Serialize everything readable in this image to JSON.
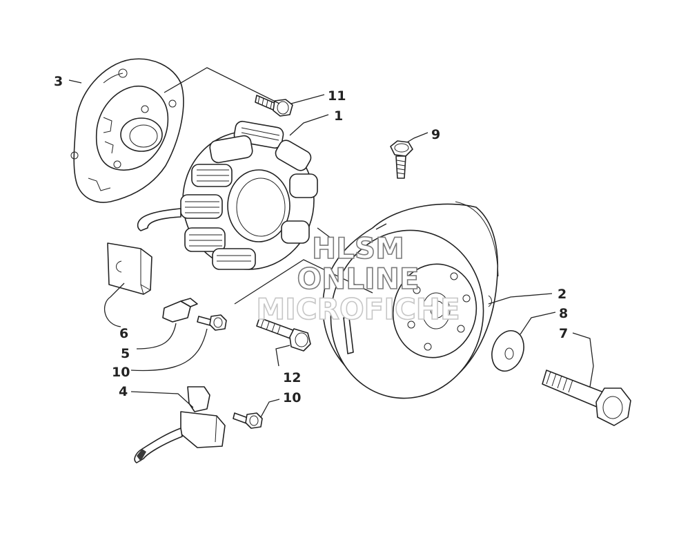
{
  "callouts": {
    "c1": "1",
    "c2": "2",
    "c3": "3",
    "c4": "4",
    "c5": "5",
    "c6": "6",
    "c7": "7",
    "c8": "8",
    "c9": "9",
    "c10a": "10",
    "c10b": "10",
    "c11": "11",
    "c12": "12"
  },
  "watermark": {
    "line1": "HLSM",
    "line2": "ONLINE",
    "line3": "MICROFICHE"
  }
}
